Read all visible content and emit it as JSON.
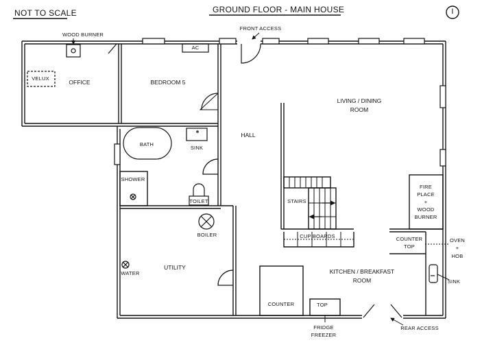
{
  "header": {
    "scale_note": "NOT TO SCALE",
    "title": "GROUND FLOOR - MAIN HOUSE",
    "floor_number": "I"
  },
  "rooms": {
    "office": "OFFICE",
    "bedroom5": "BEDROOM 5",
    "hall": "HALL",
    "living_dining_l1": "LIVING / DINING",
    "living_dining_l2": "ROOM",
    "utility": "UTILITY",
    "kitchen_l1": "KITCHEN / BREAKFAST",
    "kitchen_l2": "ROOM"
  },
  "fixtures": {
    "wood_burner": "WOOD BURNER",
    "velux": "VELUX",
    "ac": "AC",
    "front_access": "FRONT ACCESS",
    "bath": "BATH",
    "sink_bathroom": "SINK",
    "shower": "SHOWER",
    "toilet": "TOILET",
    "stairs": "STAIRS",
    "fireplace_l1": "FIRE",
    "fireplace_l2": "PLACE",
    "fireplace_l3": "+",
    "fireplace_l4": "WOOD",
    "fireplace_l5": "BURNER",
    "cupboards": "CUP BOARDS",
    "boiler": "BOILER",
    "water": "WATER",
    "counter_top_l1": "COUNTER",
    "counter_top_l2": "TOP",
    "oven_l1": "OVEN",
    "oven_l2": "+",
    "oven_l3": "HOB",
    "sink_kitchen": "SINK",
    "counter": "COUNTER",
    "counter_top_small": "TOP",
    "fridge_l1": "FRIDGE",
    "fridge_l2": "FREEZER",
    "rear_access": "REAR ACCESS"
  }
}
